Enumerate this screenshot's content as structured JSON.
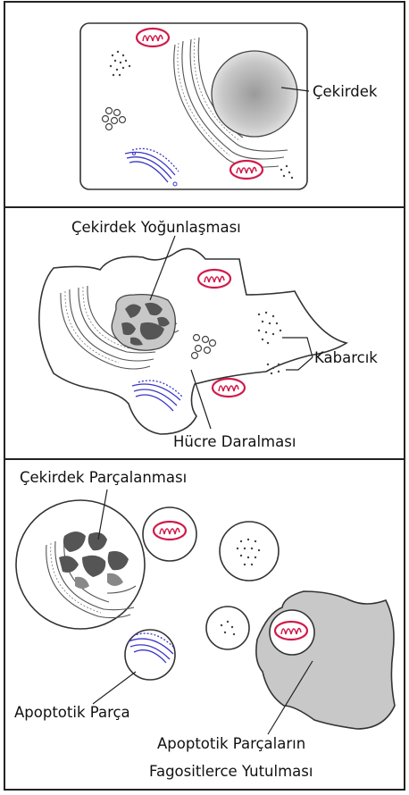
{
  "panels": [
    {
      "id": "normal",
      "labels": {
        "nucleus": "Çekirdek"
      }
    },
    {
      "id": "shrink",
      "labels": {
        "condensation": "Çekirdek Yoğunlaşması",
        "blebs": "Kabarcık",
        "shrinkage": "Hücre Daralması"
      }
    },
    {
      "id": "fragment",
      "labels": {
        "fragmentation": "Çekirdek Parçalanması",
        "apoptotic_body": "Apoptotik Parça",
        "phagocytosis_line1": "Apoptotik Parçaların",
        "phagocytosis_line2": "Fagositlerce Yutulması"
      }
    }
  ],
  "colors": {
    "mitochondria": "#d01a4a",
    "golgi": "#3a36c8",
    "nucleus_fill": "#9a9a9a",
    "phagocyte": "#c8c8c8"
  }
}
